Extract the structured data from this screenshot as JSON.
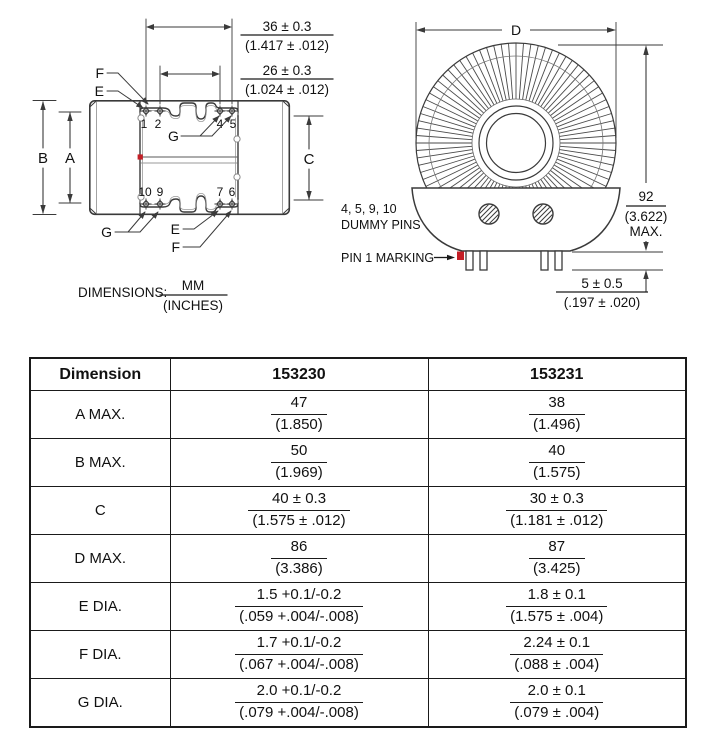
{
  "front_view": {
    "dim36": {
      "mm": "36 ± 0.3",
      "in": "(1.417 ± .012)"
    },
    "dim26": {
      "mm": "26 ± 0.3",
      "in": "(1.024 ± .012)"
    },
    "leaders": {
      "f_top": "F",
      "e_top": "E",
      "g_top": "G",
      "g_bottom": "G",
      "e_bottom": "E",
      "f_bottom": "F"
    },
    "axes": {
      "b": "B",
      "a": "A",
      "c": "C"
    },
    "pins": {
      "p1": "1",
      "p2": "2",
      "p4": "4",
      "p5": "5",
      "p10": "10",
      "p9": "9",
      "p7": "7",
      "p6": "6"
    }
  },
  "top_view": {
    "dim_d": "D",
    "dim92": {
      "mm": "92",
      "in": "(3.622)",
      "max": "MAX."
    },
    "dim5": {
      "mm": "5 ± 0.5",
      "in": "(.197 ± .020)"
    },
    "notes": {
      "dummy_line1": "4, 5, 9, 10",
      "dummy_line2": "DUMMY PINS",
      "pin1": "PIN 1 MARKING"
    }
  },
  "units": {
    "label": "DIMENSIONS:",
    "mm": "MM",
    "in": "(INCHES)"
  },
  "colors": {
    "line": "#3a3a3a",
    "light_line": "#999999",
    "mid_line": "#7a7a7a",
    "accent_red": "#c41e26",
    "table_border": "#1a1a1a"
  },
  "table": {
    "headers": [
      "Dimension",
      "153230",
      "153231"
    ],
    "rows": [
      {
        "label": "A MAX.",
        "c1": {
          "mm": "47",
          "in": "(1.850)"
        },
        "c2": {
          "mm": "38",
          "in": "(1.496)"
        }
      },
      {
        "label": "B MAX.",
        "c1": {
          "mm": "50",
          "in": "(1.969)"
        },
        "c2": {
          "mm": "40",
          "in": "(1.575)"
        }
      },
      {
        "label": "C",
        "c1": {
          "mm": "40 ± 0.3",
          "in": "(1.575 ± .012)"
        },
        "c2": {
          "mm": "30 ± 0.3",
          "in": "(1.181 ± .012)"
        }
      },
      {
        "label": "D MAX.",
        "c1": {
          "mm": "86",
          "in": "(3.386)"
        },
        "c2": {
          "mm": "87",
          "in": "(3.425)"
        }
      },
      {
        "label": "E DIA.",
        "c1": {
          "mm": "1.5 +0.1/-0.2",
          "in": "(.059 +.004/-.008)"
        },
        "c2": {
          "mm": "1.8 ± 0.1",
          "in": "(1.575 ± .004)"
        }
      },
      {
        "label": "F DIA.",
        "c1": {
          "mm": "1.7 +0.1/-0.2",
          "in": "(.067 +.004/-.008)"
        },
        "c2": {
          "mm": "2.24 ± 0.1",
          "in": "(.088 ± .004)"
        }
      },
      {
        "label": "G DIA.",
        "c1": {
          "mm": "2.0 +0.1/-0.2",
          "in": "(.079 +.004/-.008)"
        },
        "c2": {
          "mm": "2.0 ± 0.1",
          "in": "(.079 ± .004)"
        }
      }
    ]
  }
}
